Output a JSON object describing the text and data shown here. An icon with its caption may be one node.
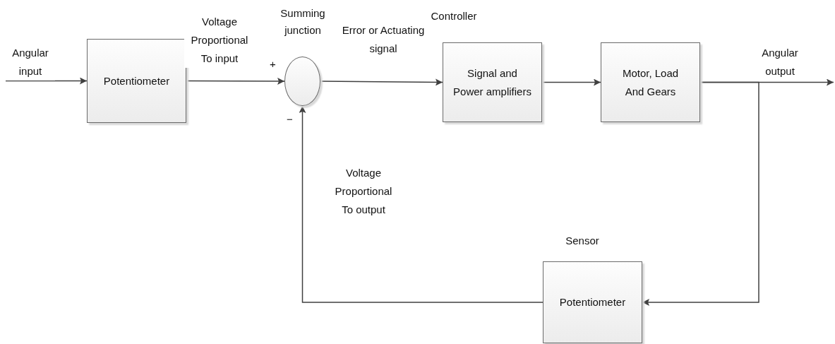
{
  "diagram": {
    "nodes": [
      {
        "text": [
          "Potentiometer"
        ]
      },
      {
        "text": [
          "Summing junction"
        ]
      },
      {
        "text": [
          "Controller",
          "Signal and Power amplifiers"
        ]
      },
      {
        "text": [
          "Motor, Load And Gears"
        ]
      },
      {
        "text": [
          "Sensor",
          "Potentiometer"
        ]
      }
    ],
    "edges": [
      {
        "from": null,
        "to": 0,
        "arrow": "to",
        "label": "Angular input"
      },
      {
        "from": 0,
        "to": 1,
        "arrow": "to",
        "label": "Voltage Proportional To input"
      },
      {
        "from": 1,
        "to": 2,
        "arrow": "to",
        "label": "Error or Actuating signal"
      },
      {
        "from": 2,
        "to": 3,
        "arrow": "to"
      },
      {
        "from": 3,
        "to": null,
        "arrow": "to",
        "label": "Angular output"
      },
      {
        "from": 3,
        "to": 4,
        "arrow": "to"
      },
      {
        "from": 4,
        "to": 1,
        "arrow": "to",
        "label": "Voltage Proportional To output"
      }
    ],
    "labels": [
      "+",
      "−"
    ]
  }
}
